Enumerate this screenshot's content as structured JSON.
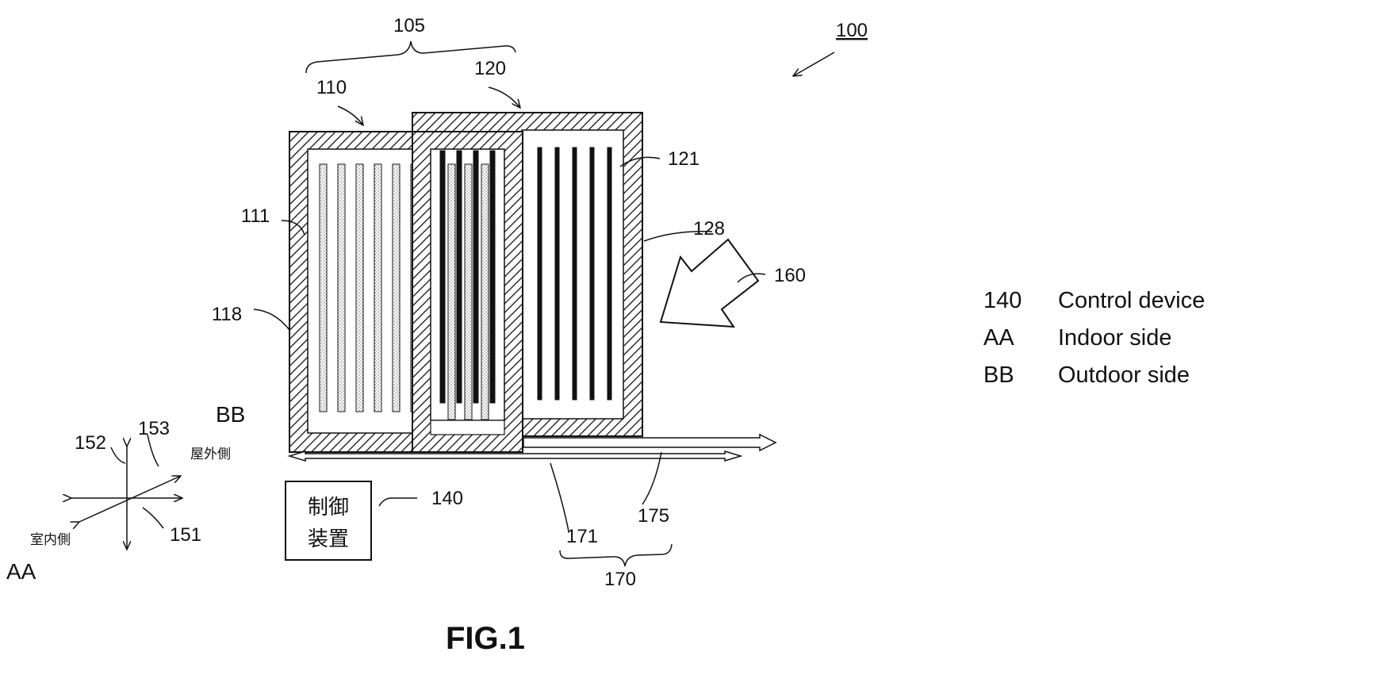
{
  "labels": {
    "n100": "100",
    "n105": "105",
    "n110": "110",
    "n111": "111",
    "n118": "118",
    "n120": "120",
    "n121": "121",
    "n128": "128",
    "n140": "140",
    "n151": "151",
    "n152": "152",
    "n153": "153",
    "n160": "160",
    "n170": "170",
    "n171": "171",
    "n175": "175"
  },
  "controller_text": [
    "制御",
    "装置"
  ],
  "direction_labels": {
    "outdoor_jp": "屋外側",
    "indoor_jp": "室内側",
    "bb": "BB",
    "aa": "AA"
  },
  "figure_caption": "FIG.1",
  "legend": [
    {
      "code": "140",
      "text": "Control device"
    },
    {
      "code": "AA",
      "text": "Indoor side"
    },
    {
      "code": "BB",
      "text": "Outdoor side"
    }
  ]
}
